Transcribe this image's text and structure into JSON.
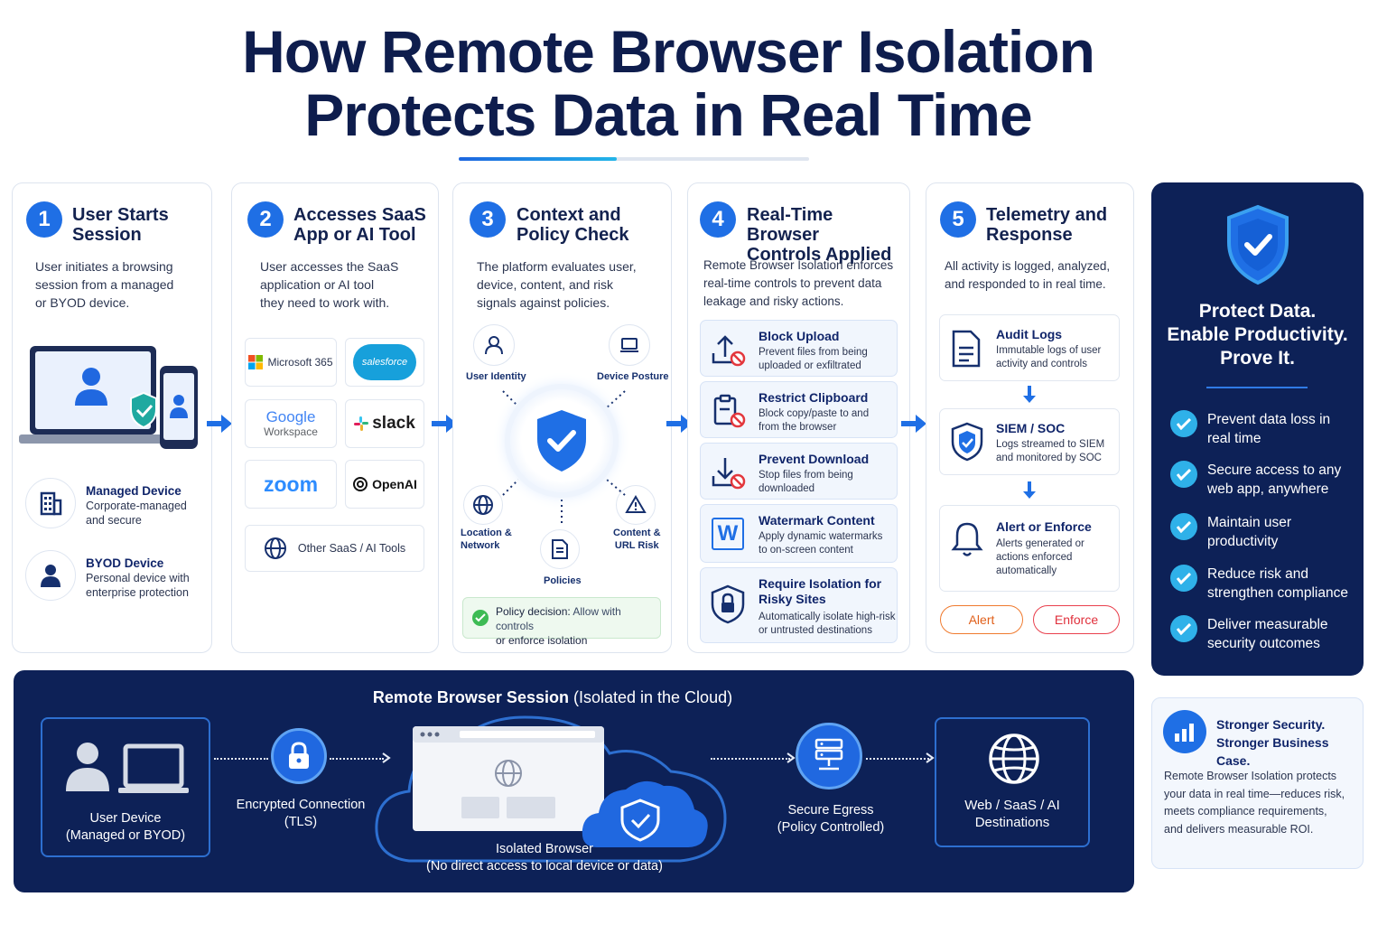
{
  "title": {
    "line1": "How Remote Browser Isolation",
    "line2": "Protects Data in Real Time"
  },
  "colors": {
    "navy": "#0d2157",
    "brand_blue": "#1f6fe5",
    "accent_cyan": "#2fb1e9",
    "alert_orange": "#f07a2e",
    "enforce_red": "#e9404d"
  },
  "steps": [
    {
      "number": "1",
      "title_l1": "User Starts",
      "title_l2": "Session",
      "desc_l1": "User initiates a browsing",
      "desc_l2": "session from a managed",
      "desc_l3": "or BYOD device.",
      "devices": [
        {
          "title": "Managed Device",
          "desc_l1": "Corporate-managed",
          "desc_l2": "and secure",
          "icon": "building-icon"
        },
        {
          "title": "BYOD Device",
          "desc_l1": "Personal device with",
          "desc_l2": "enterprise protection",
          "icon": "person-icon"
        }
      ]
    },
    {
      "number": "2",
      "title_l1": "Accesses SaaS",
      "title_l2": "App or AI Tool",
      "desc_l1": "User accesses the SaaS",
      "desc_l2": "application or AI tool",
      "desc_l3": "they need to work with.",
      "apps": {
        "microsoft": "Microsoft 365",
        "salesforce": "salesforce",
        "google_l1": "Google",
        "google_l2": "Workspace",
        "slack": "slack",
        "zoom": "zoom",
        "openai": "OpenAI",
        "other": "Other SaaS / AI Tools"
      }
    },
    {
      "number": "3",
      "title_l1": "Context and",
      "title_l2": "Policy Check",
      "desc_l1": "The platform evaluates user,",
      "desc_l2": "device, content, and risk",
      "desc_l3": "signals against policies.",
      "signals": {
        "user_identity": "User Identity",
        "device_posture": "Device Posture",
        "location_l1": "Location &",
        "location_l2": "Network",
        "content_l1": "Content &",
        "content_l2": "URL Risk",
        "policies": "Policies"
      },
      "decision_label": "Policy decision:",
      "decision_value_l1": "Allow with controls",
      "decision_value_l2": "or enforce isolation"
    },
    {
      "number": "4",
      "title_l1": "Real-Time Browser",
      "title_l2": "Controls Applied",
      "desc_l1": "Remote Browser Isolation enforces",
      "desc_l2": "real-time controls to prevent data",
      "desc_l3": "leakage and risky actions.",
      "controls": [
        {
          "title": "Block Upload",
          "desc_l1": "Prevent files from being",
          "desc_l2": "uploaded or exfiltrated",
          "icon": "upload-blocked-icon"
        },
        {
          "title": "Restrict Clipboard",
          "desc_l1": "Block copy/paste to and",
          "desc_l2": "from the browser",
          "icon": "clipboard-blocked-icon"
        },
        {
          "title": "Prevent Download",
          "desc_l1": "Stop files from being",
          "desc_l2": "downloaded",
          "icon": "download-blocked-icon"
        },
        {
          "title": "Watermark Content",
          "desc_l1": "Apply dynamic watermarks",
          "desc_l2": "to on-screen content",
          "icon": "watermark-icon"
        },
        {
          "title": "Require Isolation for",
          "title_l2": "Risky Sites",
          "desc_l1": "Automatically isolate high-risk",
          "desc_l2": "or untrusted destinations",
          "icon": "lock-shield-icon"
        }
      ]
    },
    {
      "number": "5",
      "title_l1": "Telemetry and",
      "title_l2": "Response",
      "desc_l1": "All activity is logged, analyzed,",
      "desc_l2": "and responded to in real time.",
      "items": [
        {
          "title": "Audit Logs",
          "desc_l1": "Immutable logs of user",
          "desc_l2": "activity and controls",
          "icon": "document-icon"
        },
        {
          "title": "SIEM / SOC",
          "desc_l1": "Logs streamed to SIEM",
          "desc_l2": "and monitored by SOC",
          "icon": "shield-check-icon"
        },
        {
          "title": "Alert or Enforce",
          "desc_l1": "Alerts generated or",
          "desc_l2": "actions enforced",
          "desc_l3": "automatically",
          "icon": "bell-icon"
        }
      ],
      "alert_label": "Alert",
      "enforce_label": "Enforce"
    }
  ],
  "panel": {
    "head_l1": "Protect Data.",
    "head_l2": "Enable Productivity.",
    "head_l3": "Prove It.",
    "benefits": [
      {
        "l1": "Prevent data loss in",
        "l2": "real time"
      },
      {
        "l1": "Secure access to any",
        "l2": "web app, anywhere"
      },
      {
        "l1": "Maintain user",
        "l2": "productivity"
      },
      {
        "l1": "Reduce risk and",
        "l2": "strengthen compliance"
      },
      {
        "l1": "Deliver measurable",
        "l2": "security outcomes"
      }
    ]
  },
  "band": {
    "title_bold": "Remote Browser Session",
    "title_rest": "(Isolated in the Cloud)",
    "user_device_l1": "User Device",
    "user_device_l2": "(Managed or BYOD)",
    "encrypted_l1": "Encrypted Connection",
    "encrypted_l2": "(TLS)",
    "isolated_l1": "Isolated Browser",
    "isolated_l2": "(No direct access to local device or data)",
    "egress_l1": "Secure Egress",
    "egress_l2": "(Policy Controlled)",
    "dest_l1": "Web / SaaS / AI",
    "dest_l2": "Destinations"
  },
  "business": {
    "title_l1": "Stronger Security.",
    "title_l2": "Stronger Business Case.",
    "desc_l1": "Remote Browser Isolation protects",
    "desc_l2": "your data in real time—reduces risk,",
    "desc_l3": "meets compliance requirements,",
    "desc_l4": "and delivers measurable ROI."
  }
}
